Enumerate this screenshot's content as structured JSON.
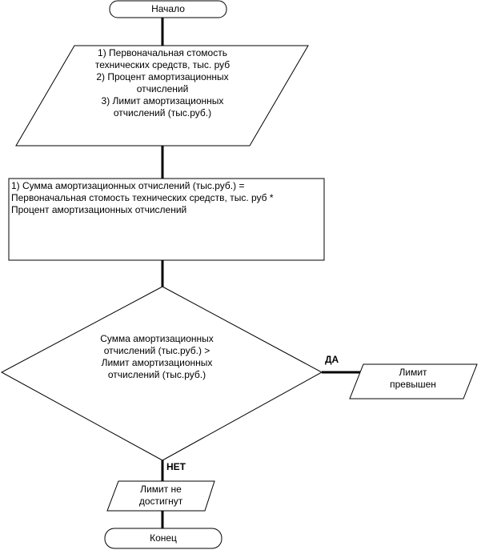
{
  "flowchart": {
    "start": "Начало",
    "input": {
      "line1": "1) Первоначальная стомость",
      "line2": "технических средств, тыс. руб",
      "line3": "2) Процент амортизационных",
      "line4": "отчислений",
      "line5": "3) Лимит амортизационных",
      "line6": "отчислений (тыс.руб.)"
    },
    "process": {
      "line1": "1) Сумма амортизационных отчислений (тыс.руб.) =",
      "line2": "Первоначальная стомость технических средств, тыс. руб *",
      "line3": "Процент амортизационных отчислений"
    },
    "decision": {
      "line1": "Сумма амортизационных",
      "line2": "отчислений (тыс.руб.) >",
      "line3": "Лимит амортизационных",
      "line4": "отчислений (тыс.руб.)"
    },
    "yes_label": "ДА",
    "no_label": "НЕТ",
    "output_yes": {
      "line1": "Лимит",
      "line2": "превышен"
    },
    "output_no": {
      "line1": "Лимит не",
      "line2": "достигнут"
    },
    "end": "Конец"
  }
}
